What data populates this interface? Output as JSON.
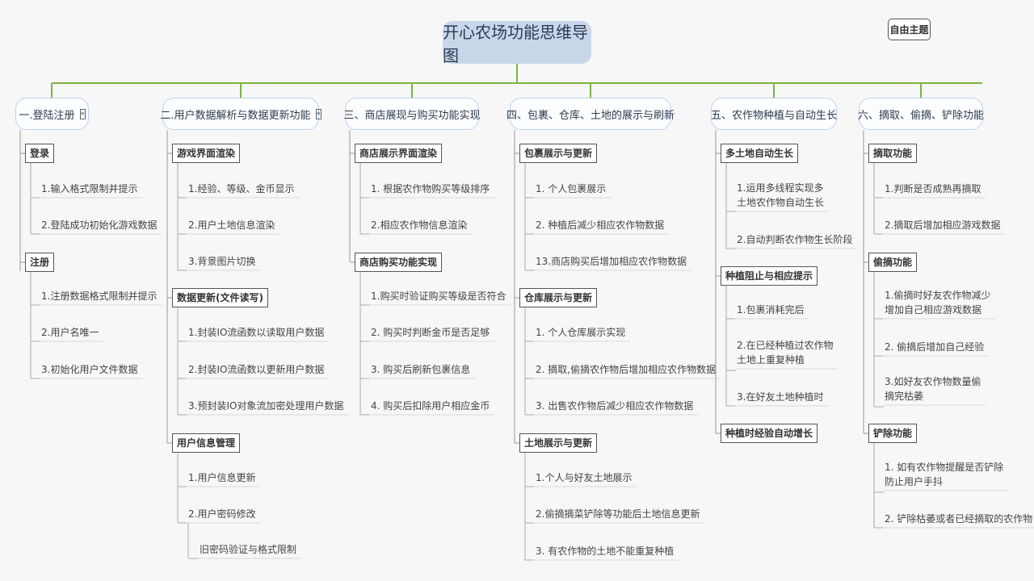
{
  "root": "开心农场功能思维导图",
  "free_topic": "自由主题",
  "branches": [
    {
      "title": "一.登陆注册",
      "has_note": true,
      "sections": [
        {
          "title": "登录",
          "items": [
            "1.输入格式限制并提示",
            "2.登陆成功初始化游戏数据"
          ]
        },
        {
          "title": "注册",
          "items": [
            "1.注册数据格式限制并提示",
            "2.用户名唯一",
            "3.初始化用户文件数据"
          ]
        }
      ]
    },
    {
      "title": "二.用户数据解析与数据更新功能",
      "has_note": true,
      "sections": [
        {
          "title": "游戏界面渲染",
          "items": [
            "1.经验、等级、金币显示",
            "2.用户土地信息渲染",
            "3.背景图片切换"
          ]
        },
        {
          "title": "数据更新(文件读写)",
          "items": [
            "1.封装IO流函数以读取用户数据",
            "2.封装IO流函数以更新用户数据",
            "3.预封装IO对象流加密处理用户数据"
          ]
        },
        {
          "title": "用户信息管理",
          "items": [
            "1.用户信息更新",
            "2.用户密码修改"
          ],
          "sub": "旧密码验证与格式限制"
        }
      ]
    },
    {
      "title": "三、商店展现与购买功能实现",
      "has_note": false,
      "sections": [
        {
          "title": "商店展示界面渲染",
          "items": [
            "1. 根据农作物购买等级排序",
            "2.相应农作物信息渲染"
          ]
        },
        {
          "title": "商店购买功能实现",
          "items": [
            "1.购买时验证购买等级是否符合",
            "2. 购买时判断金币是否足够",
            "3. 购买后刷新包裹信息",
            "4. 购买后扣除用户相应金币"
          ]
        }
      ]
    },
    {
      "title": "四、包裹、仓库、土地的展示与刷新",
      "has_note": false,
      "sections": [
        {
          "title": "包裹展示与更新",
          "items": [
            "1. 个人包裹展示",
            "2. 种植后减少相应农作物数据",
            "13.商店购买后增加相应农作物数据"
          ]
        },
        {
          "title": "仓库展示与更新",
          "items": [
            "1. 个人仓库展示实现",
            "2. 摘取,偷摘农作物后增加相应农作物数据",
            "3. 出售农作物后减少相应农作物数据"
          ]
        },
        {
          "title": "土地展示与更新",
          "items": [
            "1.个人与好友土地展示",
            "2.偷摘摘菜铲除等功能后土地信息更新",
            "3. 有农作物的土地不能重复种植"
          ]
        }
      ]
    },
    {
      "title": "五、农作物种植与自动生长",
      "has_note": false,
      "sections": [
        {
          "title": "多土地自动生长",
          "items": [
            "1.运用多线程实现多\n土地农作物自动生长",
            "2.自动判断农作物生长阶段"
          ]
        },
        {
          "title": "种植阻止与相应提示",
          "items": [
            "1.包裹消耗完后",
            "2.在已经种植过农作物\n土地上重复种植",
            "3.在好友土地种植时"
          ]
        },
        {
          "title": "种植时经验自动增长",
          "items": []
        }
      ]
    },
    {
      "title": "六、摘取、偷摘、铲除功能",
      "has_note": false,
      "sections": [
        {
          "title": "摘取功能",
          "items": [
            "1.判断是否成熟再摘取",
            "2.摘取后增加相应游戏数据"
          ]
        },
        {
          "title": "偷摘功能",
          "items": [
            "1.偷摘时好友农作物减少\n增加自己相应游戏数据",
            "2. 偷摘后增加自己经验",
            "3.如好友农作物数量偷\n摘完枯萎"
          ]
        },
        {
          "title": "铲除功能",
          "items": [
            "1. 如有农作物提醒是否铲除\n   防止用户手抖",
            "2. 铲除枯萎或者已经摘取的农作物"
          ]
        }
      ]
    }
  ]
}
